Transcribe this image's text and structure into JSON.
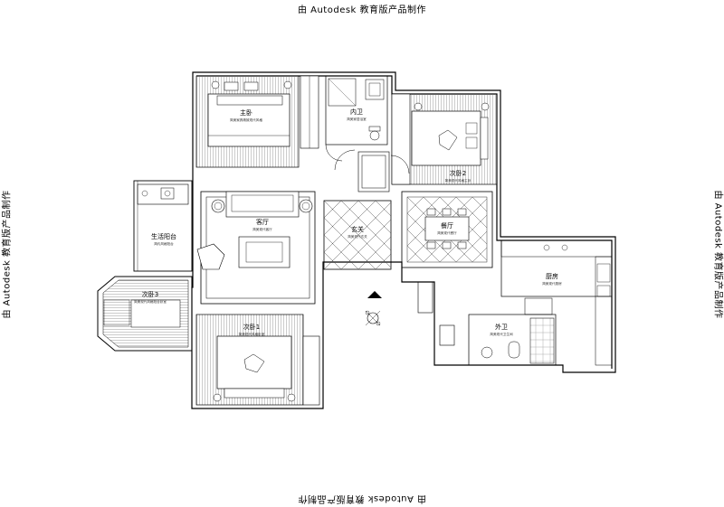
{
  "watermark": {
    "text": "由 Autodesk 教育版产品制作"
  },
  "rooms": {
    "master_bedroom": {
      "name": "主卧",
      "note": "简美家具精致现代风格"
    },
    "master_bath": {
      "name": "内卫",
      "note": "简美家居浴室"
    },
    "second_bedroom_2": {
      "name": "次卧2",
      "note": "简美现代风格主卧"
    },
    "living_room": {
      "name": "客厅",
      "note": "简美现代客厅"
    },
    "entrance": {
      "name": "玄关",
      "note": "简美现代玄关"
    },
    "dining_room": {
      "name": "餐厅",
      "note": "简美现代餐厅"
    },
    "life_balcony": {
      "name": "生活阳台",
      "note": "简约风格阳台"
    },
    "second_bedroom_3": {
      "name": "次卧3",
      "note": "简美现代风格阳台卧室"
    },
    "second_bedroom_1": {
      "name": "次卧1",
      "note": "简美现代风格卧室"
    },
    "kitchen": {
      "name": "厨房",
      "note": "简美现代厨房"
    },
    "guest_bath": {
      "name": "外卫",
      "note": "简美现代卫生间"
    }
  },
  "colors": {
    "line": "#000000",
    "hatch": "#9a9a9a",
    "background": "#ffffff"
  }
}
